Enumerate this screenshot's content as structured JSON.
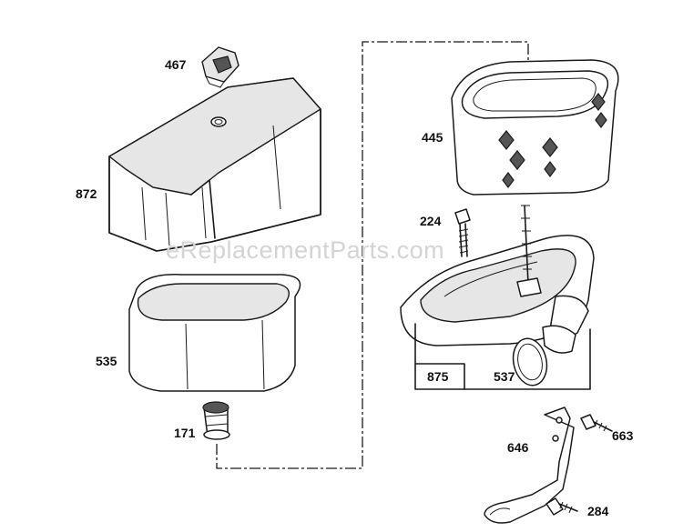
{
  "watermark": "eReplacementParts.com",
  "parts": {
    "p467": "467",
    "p872": "872",
    "p535": "535",
    "p171": "171",
    "p445": "445",
    "p224": "224",
    "p875": "875",
    "p537": "537",
    "p646": "646",
    "p663": "663",
    "p284": "284"
  }
}
